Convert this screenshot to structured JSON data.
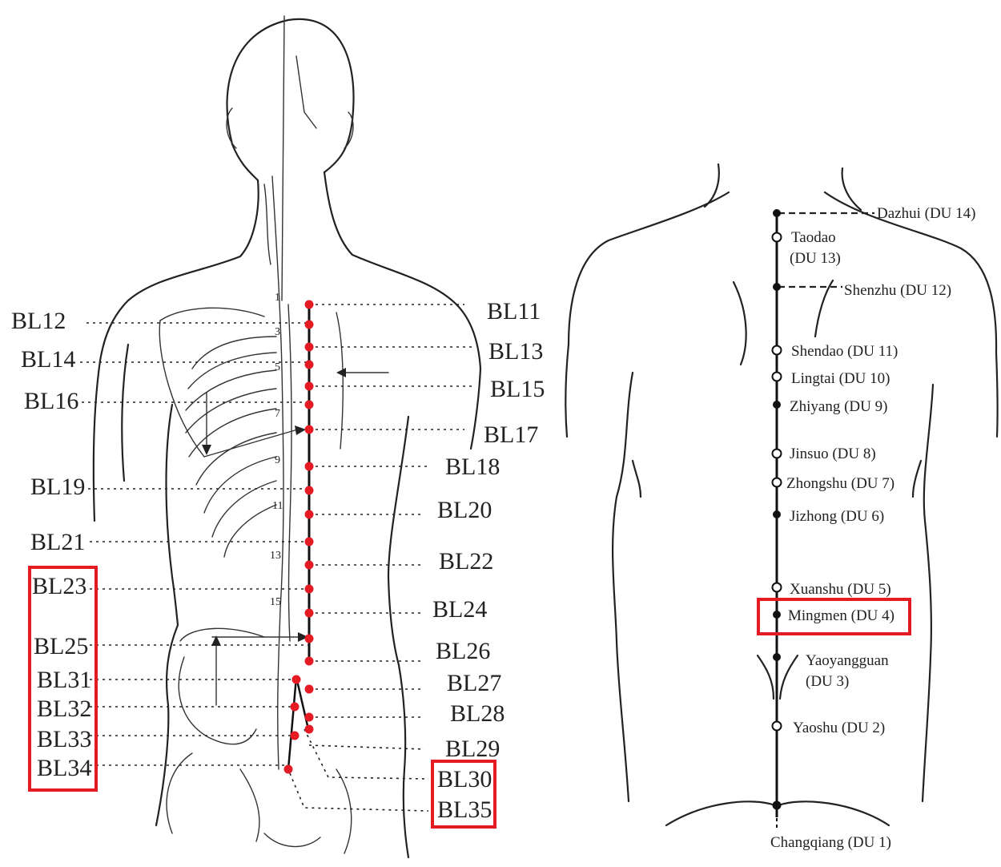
{
  "left_figure": {
    "labels_left": [
      "BL12",
      "BL14",
      "BL16",
      "BL19",
      "BL21",
      "BL23",
      "BL25",
      "BL31",
      "BL32",
      "BL33",
      "BL34"
    ],
    "labels_right": [
      "BL11",
      "BL13",
      "BL15",
      "BL17",
      "BL18",
      "BL20",
      "BL22",
      "BL24",
      "BL26",
      "BL27",
      "BL28",
      "BL29",
      "BL30",
      "BL35"
    ],
    "vertebra_numbers": [
      "1",
      "3",
      "5",
      "7",
      "9",
      "11",
      "13",
      "15"
    ],
    "highlight_color": "#e41b23",
    "point_color": "#e41b23"
  },
  "right_figure": {
    "points": [
      {
        "name": "Dazhui (DU 14)",
        "marker": "filled"
      },
      {
        "name": "Taodao",
        "name2": "(DU 13)",
        "marker": "open"
      },
      {
        "name": "Shenzhu (DU 12)",
        "marker": "filled"
      },
      {
        "name": "Shendao (DU 11)",
        "marker": "open"
      },
      {
        "name": "Lingtai (DU 10)",
        "marker": "open"
      },
      {
        "name": "Zhiyang (DU 9)",
        "marker": "filled"
      },
      {
        "name": "Jinsuo (DU 8)",
        "marker": "open"
      },
      {
        "name": "Zhongshu (DU 7)",
        "marker": "open"
      },
      {
        "name": "Jizhong (DU 6)",
        "marker": "filled"
      },
      {
        "name": "Xuanshu (DU 5)",
        "marker": "open"
      },
      {
        "name": "Mingmen (DU 4)",
        "marker": "filled"
      },
      {
        "name": "Yaoyangguan",
        "name2": "(DU 3)",
        "marker": "filled"
      },
      {
        "name": "Yaoshu (DU 2)",
        "marker": "open"
      },
      {
        "name": "Changqiang (DU 1)",
        "marker": "filled"
      }
    ],
    "highlight_color": "#e41b23"
  }
}
